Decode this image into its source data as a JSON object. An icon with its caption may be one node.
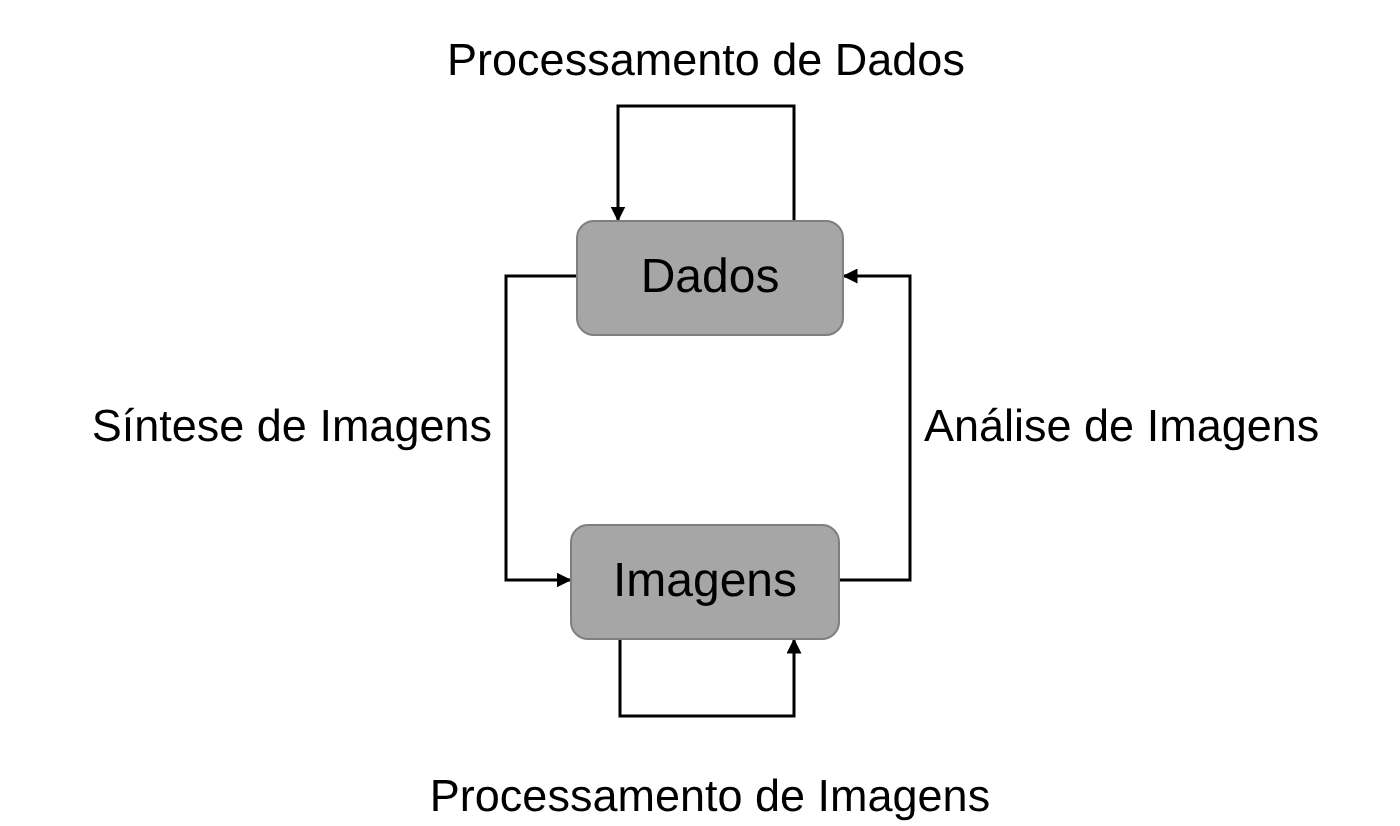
{
  "diagram": {
    "nodes": [
      {
        "text": [
          "Dados"
        ]
      },
      {
        "text": [
          "Imagens"
        ]
      }
    ],
    "edges": [
      {
        "from": 0,
        "to": 0,
        "arrow": "to",
        "label": "Processamento de Dados"
      },
      {
        "from": 0,
        "to": 1,
        "arrow": "to",
        "label": "Síntese de Imagens"
      },
      {
        "from": 1,
        "to": 0,
        "arrow": "to",
        "label": "Análise de Imagens"
      },
      {
        "from": 1,
        "to": 1,
        "arrow": "to",
        "label": "Processamento de Imagens"
      }
    ]
  }
}
